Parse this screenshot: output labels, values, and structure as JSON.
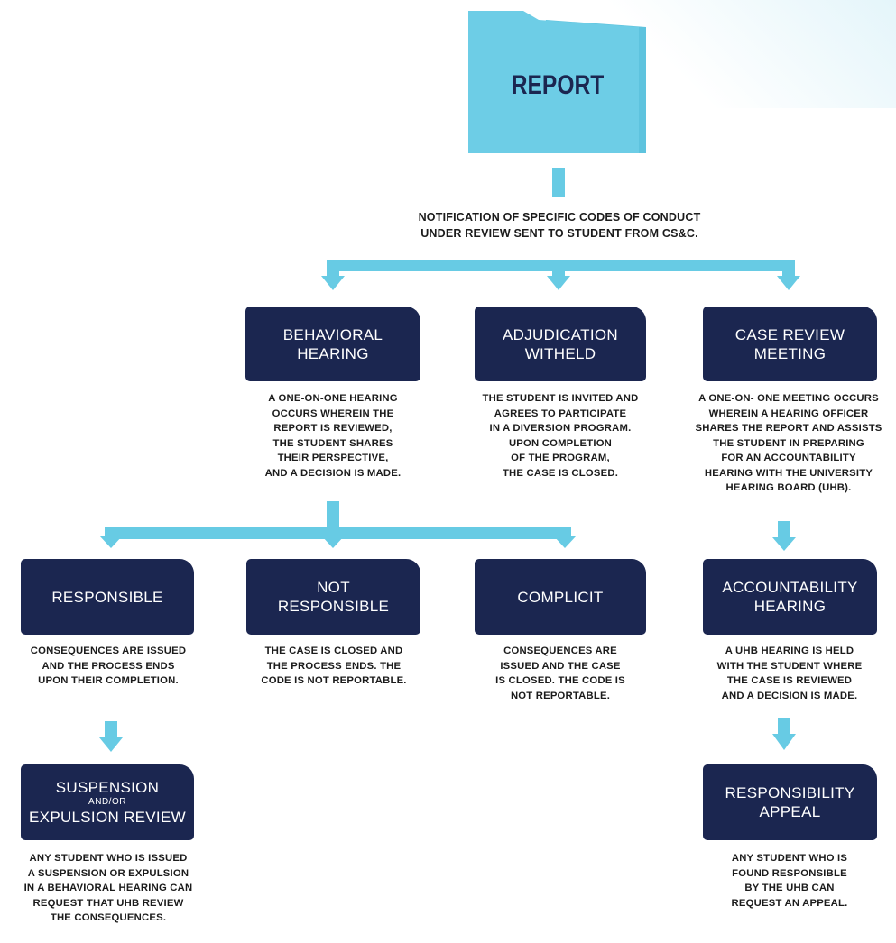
{
  "report": {
    "label": "REPORT"
  },
  "notification": {
    "lines": [
      "NOTIFICATION OF SPECIFIC CODES OF CONDUCT",
      "UNDER REVIEW SENT TO STUDENT FROM CS&C."
    ]
  },
  "boxes": {
    "behavioral_hearing": {
      "lines": [
        "BEHAVIORAL",
        "HEARING"
      ]
    },
    "adjudication_withheld": {
      "lines": [
        "ADJUDICATION",
        "WITHELD"
      ]
    },
    "case_review_meeting": {
      "lines": [
        "CASE REVIEW",
        "MEETING"
      ]
    },
    "responsible": {
      "lines": [
        "RESPONSIBLE"
      ]
    },
    "not_responsible": {
      "lines": [
        "NOT",
        "RESPONSIBLE"
      ]
    },
    "complicit": {
      "lines": [
        "COMPLICIT"
      ]
    },
    "accountability_hearing": {
      "lines": [
        "ACCOUNTABILITY",
        "HEARING"
      ]
    },
    "suspension_review": {
      "line1": "SUSPENSION",
      "line2": "AND/OR",
      "line3": "EXPULSION REVIEW"
    },
    "responsibility_appeal": {
      "lines": [
        "RESPONSIBILITY",
        "APPEAL"
      ]
    }
  },
  "descriptions": {
    "behavioral_hearing": [
      "A ONE-ON-ONE HEARING",
      "OCCURS WHEREIN THE",
      "REPORT IS REVIEWED,",
      "THE STUDENT SHARES",
      "THEIR PERSPECTIVE,",
      "AND A DECISION IS MADE."
    ],
    "adjudication_withheld": [
      "THE STUDENT IS INVITED AND",
      "AGREES TO PARTICIPATE",
      "IN A DIVERSION PROGRAM.",
      "UPON COMPLETION",
      "OF THE PROGRAM,",
      "THE CASE IS CLOSED."
    ],
    "case_review_meeting": [
      "A ONE-ON- ONE MEETING OCCURS",
      "WHEREIN A HEARING OFFICER",
      "SHARES THE REPORT AND ASSISTS",
      "THE STUDENT IN PREPARING",
      "FOR AN ACCOUNTABILITY",
      "HEARING WITH THE UNIVERSITY",
      "HEARING BOARD (UHB)."
    ],
    "responsible": [
      "CONSEQUENCES ARE ISSUED",
      "AND THE PROCESS ENDS",
      "UPON THEIR COMPLETION."
    ],
    "not_responsible": [
      "THE CASE IS CLOSED AND",
      "THE PROCESS ENDS. THE",
      "CODE IS NOT REPORTABLE."
    ],
    "complicit": [
      "CONSEQUENCES ARE",
      "ISSUED AND THE CASE",
      "IS CLOSED. THE CODE IS",
      "NOT REPORTABLE."
    ],
    "accountability_hearing": [
      "A UHB HEARING IS HELD",
      "WITH THE STUDENT WHERE",
      "THE CASE IS REVIEWED",
      "AND A DECISION IS MADE."
    ],
    "suspension_review": [
      "ANY STUDENT WHO IS ISSUED",
      "A SUSPENSION OR EXPULSION",
      "IN A BEHAVIORAL HEARING CAN",
      "REQUEST THAT UHB REVIEW",
      "THE CONSEQUENCES."
    ],
    "responsibility_appeal": [
      "ANY STUDENT WHO IS",
      "FOUND RESPONSIBLE",
      "BY THE UHB CAN",
      "REQUEST AN APPEAL."
    ]
  },
  "colors": {
    "connector": "#67cbe4",
    "box": "#1b2650",
    "folder": "#6dcde6",
    "folder_back": "#5ec3de",
    "report_text": "#1b2650"
  }
}
